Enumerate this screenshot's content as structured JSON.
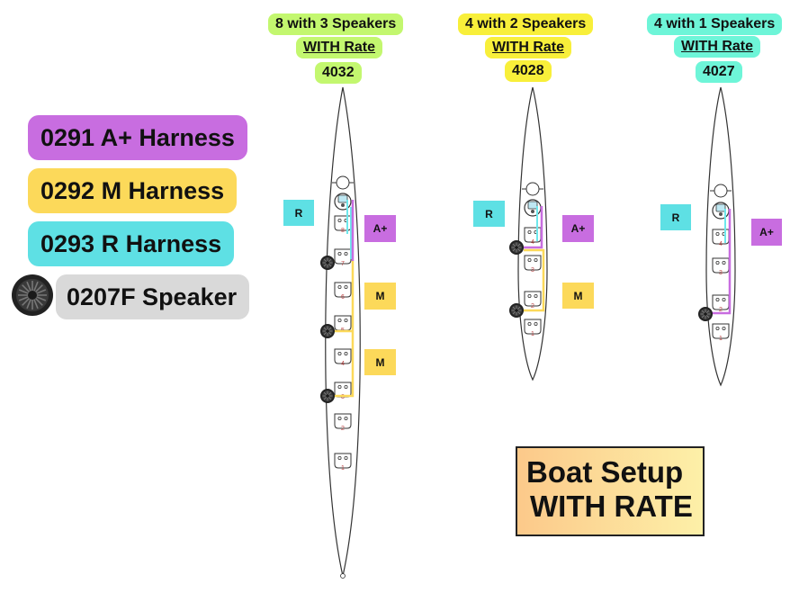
{
  "legend": {
    "a_plus": {
      "label": "0291 A+ Harness",
      "color": "#c86de0"
    },
    "m": {
      "label": "0292 M Harness",
      "color": "#fcd95a"
    },
    "r": {
      "label": "0293 R Harness",
      "color": "#5ee0e4"
    },
    "speaker": {
      "label": "0207F Speaker",
      "color": "#d9d9d9"
    }
  },
  "boats": [
    {
      "title": "8 with 3 Speakers",
      "subtitle": "WITH Rate",
      "code": "4032",
      "color": "#c3f76f",
      "seat_numbers": [
        "8",
        "7",
        "6",
        "5",
        "4",
        "3",
        "2",
        "1"
      ]
    },
    {
      "title": "4 with 2 Speakers",
      "subtitle": "WITH Rate",
      "code": "4028",
      "color": "#f8ef3a",
      "seat_numbers": [
        "4",
        "3",
        "2",
        "1"
      ]
    },
    {
      "title": "4 with 1 Speakers",
      "subtitle": "WITH Rate",
      "code": "4027",
      "color": "#6ef5d8",
      "seat_numbers": [
        "4",
        "3",
        "2",
        "1"
      ]
    }
  ],
  "tags": {
    "r": "R",
    "a_plus": "A+",
    "m": "M"
  },
  "title": {
    "line1": "Boat Setup",
    "line2": "WITH RATE"
  }
}
